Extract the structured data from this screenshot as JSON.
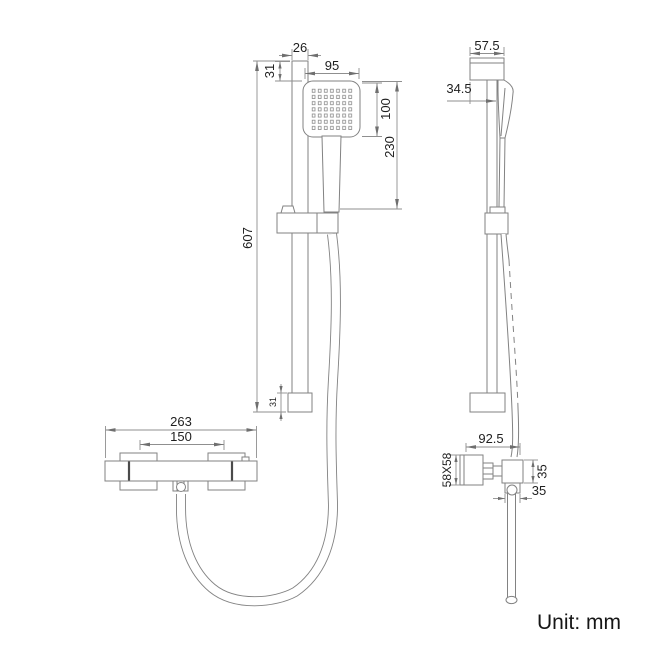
{
  "drawing": {
    "title": "shower-set-technical-drawing",
    "unit": "Unit: mm",
    "front_view": {
      "dimensions": {
        "rail_width": "26",
        "head_offset": "31",
        "head_width": "95",
        "face_height": "100",
        "handset_length": "230",
        "rail_length": "607",
        "bottom_bracket_height": "31",
        "valve_width": "263",
        "inlet_centres": "150"
      }
    },
    "side_view": {
      "dimensions": {
        "top_bracket_depth": "57.5",
        "wall_offset": "34.5",
        "valve_depth": "92.5",
        "handle_size": "58X58",
        "body_height": "35",
        "outlet_width": "35"
      }
    }
  }
}
